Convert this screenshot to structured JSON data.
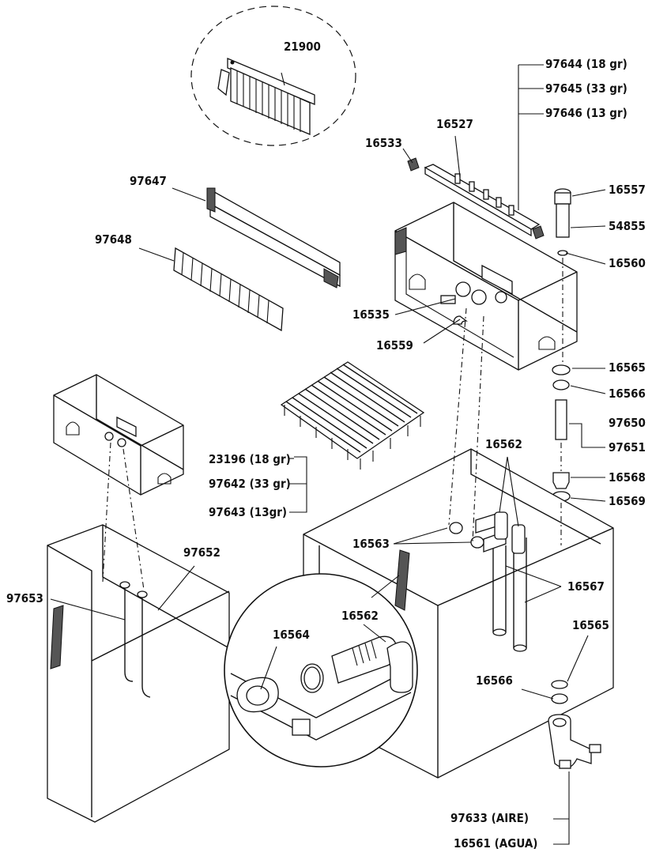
{
  "labels": {
    "l21900": "21900",
    "l97644": "97644 (18 gr)",
    "l97645": "97645 (33 gr)",
    "l97646": "97646 (13 gr)",
    "l16527": "16527",
    "l16533": "16533",
    "l97647": "97647",
    "l16557": "16557",
    "l54855": "54855",
    "l97648": "97648",
    "l16560": "16560",
    "l16535": "16535",
    "l16559": "16559",
    "l16565": "16565",
    "l16566": "16566",
    "l97650": "97650",
    "l97651": "97651",
    "l16562": "16562",
    "l23196": "23196 (18 gr)",
    "l97642": "97642 (33 gr)",
    "l97643": "97643 (13gr)",
    "l16568": "16568",
    "l16569": "16569",
    "l16563": "16563",
    "l97652": "97652",
    "l16567": "16567",
    "l97653": "97653",
    "l16564": "16564",
    "l97633": "97633 (AIRE)",
    "l16561": "16561 (AGUA)"
  }
}
